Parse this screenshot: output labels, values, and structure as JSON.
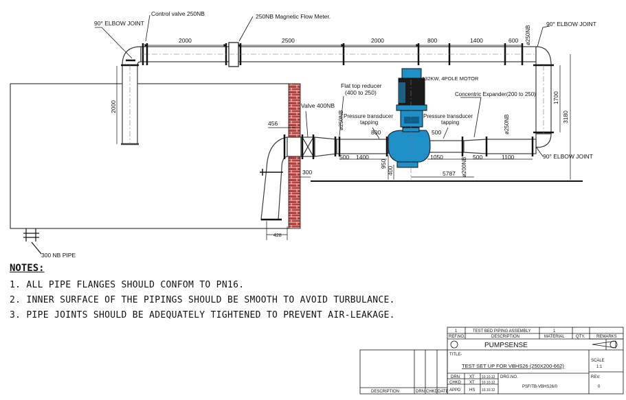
{
  "labels": {
    "elbow_left": "90° ELBOW JOINT",
    "control_valve": "Control valve 250NB",
    "flow_meter": "250NB Magnetic Flow Meter.",
    "elbow_top_right": "90° ELBOW JOINT",
    "elbow_bottom_right": "90° ELBOW JOINT",
    "flat_top_reducer": "Flat top reducer",
    "flat_top_reducer_sub": "(400 to 250)",
    "motor": "132KW, 4POLE MOTOR",
    "concentric_expander": "Concentric Expander(200 to 250)",
    "valve_400": "Valve 400NB",
    "pt_left": "Pressure transducer",
    "pt_left_sub": "tapping",
    "pt_right": "Pressure transducer",
    "pt_right_sub": "tapping",
    "pipe_300": "300 NB PIPE",
    "nb250_vertical_top": "ø250NB",
    "nb250_vertical_mid": "ø250NB",
    "nb250_vertical_right": "ø250NB",
    "nb200_vertical": "ø200NB"
  },
  "dimensions": {
    "top_2000_a": "2000",
    "top_2500": "2500",
    "top_2000_b": "2000",
    "top_800": "800",
    "top_1400": "1400",
    "top_600": "600",
    "left_vertical_2000": "2000",
    "right_1700": "1700",
    "right_3180": "3180",
    "d456": "456",
    "d500_a": "500",
    "d1400": "1400",
    "d800": "800",
    "d950": "950",
    "d400": "400",
    "d500_b": "500",
    "d1050": "1050",
    "d500_c": "500",
    "d1100": "1100",
    "d5787": "5787",
    "d300": "300",
    "d428": "428"
  },
  "notes": {
    "title": "NOTES:",
    "items": [
      "1. ALL PIPE FLANGES SHOULD CONFOM TO PN16.",
      "2. INNER SURFACE OF THE PIPINGS SHOULD BE SMOOTH TO AVOID TURBULANCE.",
      "3. PIPE JOINTS SHOULD BE ADEQUATELY TIGHTENED TO PREVENT AIR-LEAKAGE."
    ]
  },
  "title_block": {
    "row_no": "1",
    "row_description": "TEST BED PIPING ASSEMBLY",
    "row_qty": "1",
    "hdr_ref": "REF.NO.",
    "hdr_description": "DESCRIPTION",
    "hdr_material": "MATERIAL",
    "hdr_qty": "QTY.",
    "hdr_remarks": "REMARKS",
    "company": "PUMPSENSE",
    "title_label": "TITLE-",
    "title": "TEST SET UP FOR VBHS26 (250X200-662)",
    "scale_label": "SCALE",
    "scale_value": "1:1",
    "drn": "DRN",
    "drn_by": "XT",
    "drn_date": "10.10.12",
    "chkd": "CHKD",
    "chkd_by": "XT",
    "chkd_date": "10.10.12",
    "appd": "APPD",
    "appd_by": "HS",
    "appd_date": "10.10.12",
    "drg_no_label": "DRG.NO.",
    "drg_no": "PSF/TB-VBHS26/0",
    "rev_label": "REV.",
    "rev_value": "0",
    "rev_description": "DESCRIPTION",
    "rev_drn": "DRN",
    "rev_chkd": "CHKD",
    "rev_date": "DATE"
  },
  "colors": {
    "pipe_outline": "#3a3a3a",
    "pipe_fill": "#ffffff",
    "pump_blue": "#1f8fc8",
    "motor_dark": "#1a1a1a",
    "brick": "#b8413a",
    "ink": "#111111"
  }
}
